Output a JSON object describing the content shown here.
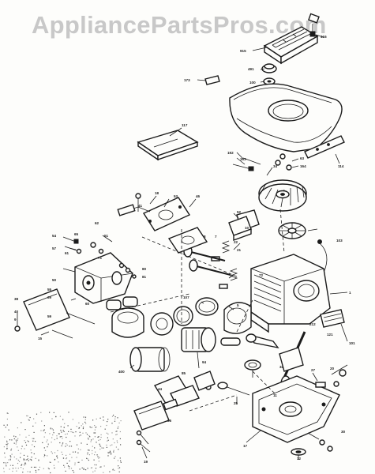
{
  "watermark": "AppliancePartsPros.com",
  "callouts": [
    {
      "id": "c416",
      "text": "416"
    },
    {
      "id": "c915",
      "text": "915"
    },
    {
      "id": "c491",
      "text": "491"
    },
    {
      "id": "c100",
      "text": "100"
    },
    {
      "id": "c173",
      "text": "173"
    },
    {
      "id": "c117",
      "text": "117"
    },
    {
      "id": "c192",
      "text": "192"
    },
    {
      "id": "c163",
      "text": "163"
    },
    {
      "id": "c63",
      "text": "63"
    },
    {
      "id": "c34",
      "text": "34"
    },
    {
      "id": "c164",
      "text": "164"
    },
    {
      "id": "c114",
      "text": "114"
    },
    {
      "id": "c18",
      "text": "18"
    },
    {
      "id": "c53",
      "text": "53"
    },
    {
      "id": "c46",
      "text": "46"
    },
    {
      "id": "c41",
      "text": "41"
    },
    {
      "id": "c62",
      "text": "62"
    },
    {
      "id": "c51",
      "text": "51"
    },
    {
      "id": "c72",
      "text": "72"
    },
    {
      "id": "c52",
      "text": "52"
    },
    {
      "id": "c54",
      "text": "54"
    },
    {
      "id": "c65",
      "text": "65"
    },
    {
      "id": "c57",
      "text": "57"
    },
    {
      "id": "c50",
      "text": "50"
    },
    {
      "id": "c55",
      "text": "55"
    },
    {
      "id": "c39",
      "text": "39"
    },
    {
      "id": "c38",
      "text": "38"
    },
    {
      "id": "c1",
      "text": "1"
    },
    {
      "id": "c107",
      "text": "107"
    },
    {
      "id": "c101",
      "text": "101"
    },
    {
      "id": "c121",
      "text": "121"
    },
    {
      "id": "c60",
      "text": "60"
    },
    {
      "id": "c212",
      "text": "212"
    },
    {
      "id": "c5",
      "text": "5"
    },
    {
      "id": "c59",
      "text": "59"
    },
    {
      "id": "c400",
      "text": "400"
    },
    {
      "id": "c25",
      "text": "25"
    },
    {
      "id": "c17",
      "text": "17"
    },
    {
      "id": "c11",
      "text": "11"
    },
    {
      "id": "c20",
      "text": "20"
    },
    {
      "id": "c44",
      "text": "44"
    },
    {
      "id": "c19",
      "text": "19"
    },
    {
      "id": "c32",
      "text": "32"
    },
    {
      "id": "c27",
      "text": "27"
    },
    {
      "id": "c36",
      "text": "36"
    },
    {
      "id": "c80",
      "text": "80"
    },
    {
      "id": "c81",
      "text": "81"
    },
    {
      "id": "c61",
      "text": "61"
    },
    {
      "id": "c71",
      "text": "71"
    },
    {
      "id": "c40",
      "text": "40"
    },
    {
      "id": "c9",
      "text": "9"
    },
    {
      "id": "c15",
      "text": "15"
    },
    {
      "id": "c85",
      "text": "85"
    },
    {
      "id": "c94",
      "text": "94"
    },
    {
      "id": "c8",
      "text": "8"
    },
    {
      "id": "c7",
      "text": "7"
    },
    {
      "id": "c22",
      "text": "22"
    },
    {
      "id": "c21",
      "text": "21"
    },
    {
      "id": "c10",
      "text": "10"
    },
    {
      "id": "c103",
      "text": "103"
    },
    {
      "id": "c30",
      "text": "30"
    },
    {
      "id": "c12",
      "text": "12"
    }
  ]
}
